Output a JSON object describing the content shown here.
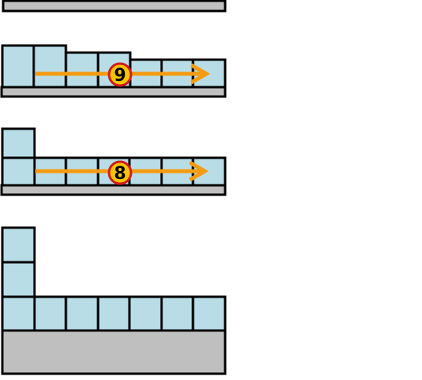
{
  "panels": [
    {
      "id": "panel-1",
      "badge": ""
    },
    {
      "id": "panel-2",
      "badge": "9"
    },
    {
      "id": "panel-3",
      "badge": "8"
    },
    {
      "id": "panel-4",
      "badge": ""
    }
  ],
  "colors": {
    "cell_fill": "#b9dde7",
    "base_fill": "#bfbfbf",
    "arrow": "#f59b12",
    "badge_fill": "#f7c400",
    "badge_ring": "#d11b1b",
    "outline": "#000000"
  }
}
